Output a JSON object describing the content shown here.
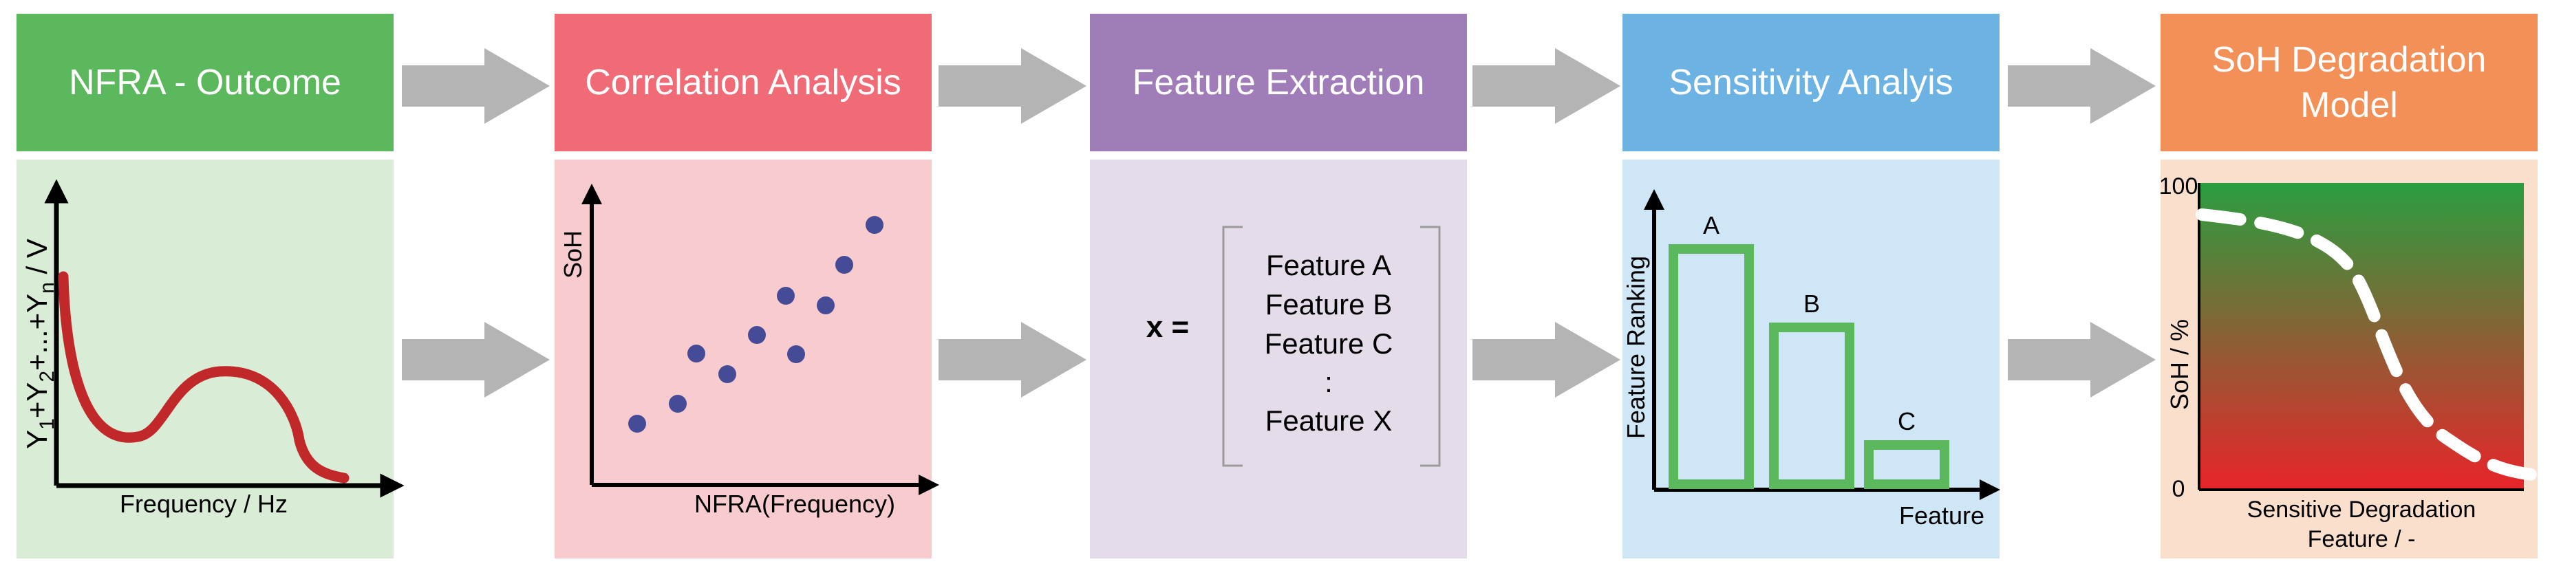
{
  "stages": [
    {
      "title": "NFRA - Outcome",
      "header_color": "#5cb85c",
      "panel_color": "#d9ecd6"
    },
    {
      "title": "Correlation Analysis",
      "header_color": "#f06b76",
      "panel_color": "#f8cccf"
    },
    {
      "title": "Feature Extraction",
      "header_color": "#a07cb8",
      "panel_color": "#e5dcea"
    },
    {
      "title": "Sensitivity Analyis",
      "header_color": "#6cb3e3",
      "panel_color": "#cfe6f6"
    },
    {
      "title": "SoH Degradation\nModel",
      "header_color": "#f39058",
      "panel_color": "#fbdfcd"
    }
  ],
  "arrow_color": "#b4b4b4",
  "nfra": {
    "y_label": "Y",
    "y_sub1": "1",
    "y_mid1": "+Y",
    "y_sub2": "2",
    "y_mid2": "+...+Y",
    "y_subn": "n",
    "y_unit": " / V",
    "x_label": "Frequency / Hz",
    "curve_color": "#c0282a"
  },
  "correlation": {
    "y_label": "SoH",
    "x_label": "NFRA(Frequency)",
    "point_color": "#454b96"
  },
  "feature": {
    "var_label": "x =",
    "items": [
      "Feature A",
      "Feature B",
      "Feature C",
      ":",
      "Feature X"
    ]
  },
  "sensitivity": {
    "y_label": "Feature Ranking",
    "x_label": "Feature",
    "bar_color": "#5cb85c",
    "bars": [
      {
        "label": "A",
        "rank": 3
      },
      {
        "label": "B",
        "rank": 2
      },
      {
        "label": "C",
        "rank": 0.5
      }
    ]
  },
  "soh": {
    "y_label": "SoH / %",
    "y_max": "100",
    "y_min": "0",
    "x_label_line1": "Sensitive Degradation",
    "x_label_line2": "Feature / -",
    "gradient_top": "#2a9e3f",
    "gradient_bottom": "#e8242a"
  }
}
